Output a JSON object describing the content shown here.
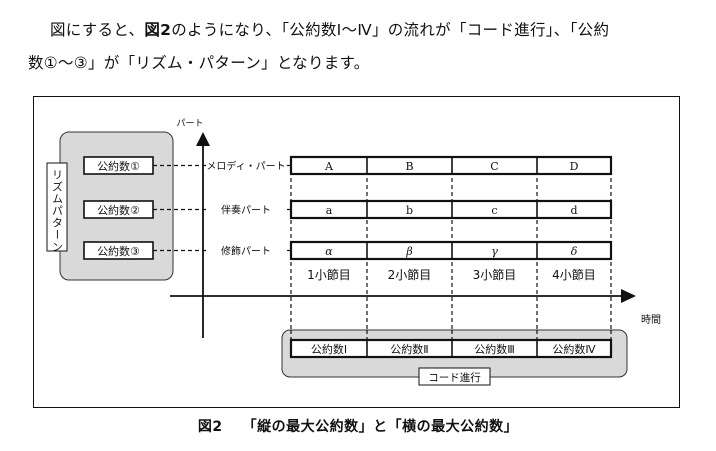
{
  "paragraph": {
    "line1_pre": "図にすると、",
    "line1_bold": "図2",
    "line1_post": "のようになり、「公約数Ⅰ～Ⅳ」の流れが「コード進行」、「公約",
    "line2": "数①～③」が「リズム・パターン」となります。"
  },
  "figure": {
    "y_axis_label": "パート",
    "x_axis_label": "時間",
    "rhythm_label": "リズムパターン",
    "rhythm_boxes": [
      "公約数①",
      "公約数②",
      "公約数③"
    ],
    "parts": [
      "メロディ・パート",
      "伴奏パート",
      "修飾パート"
    ],
    "rows": [
      [
        "A",
        "B",
        "C",
        "D"
      ],
      [
        "a",
        "b",
        "c",
        "d"
      ],
      [
        "α",
        "β",
        "γ",
        "δ"
      ]
    ],
    "bars": [
      "1小節目",
      "2小節目",
      "3小節目",
      "4小節目"
    ],
    "chord_boxes": [
      "公約数Ⅰ",
      "公約数Ⅱ",
      "公約数Ⅲ",
      "公約数Ⅳ"
    ],
    "chord_label": "コード進行"
  },
  "caption": {
    "number": "図2",
    "text": "「縦の最大公約数」と「横の最大公約数」"
  }
}
